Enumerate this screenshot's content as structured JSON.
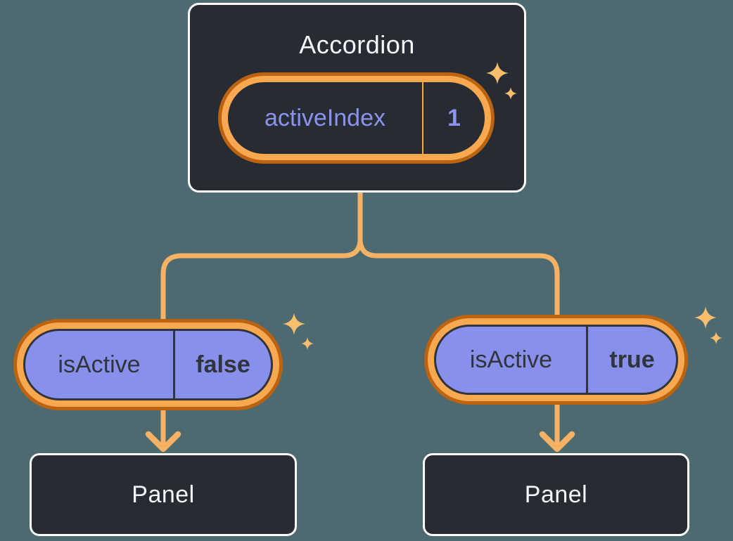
{
  "diagram": {
    "description": "Component tree: Accordion holds state and passes props to two Panel children",
    "root": {
      "title": "Accordion",
      "state": {
        "label": "activeIndex",
        "value": "1"
      }
    },
    "children": [
      {
        "prop": {
          "label": "isActive",
          "value": "false"
        },
        "node": {
          "title": "Panel"
        }
      },
      {
        "prop": {
          "label": "isActive",
          "value": "true"
        },
        "node": {
          "title": "Panel"
        }
      }
    ],
    "icons": {
      "sparkle": "sparkle-icon",
      "arrow": "arrow-down-icon"
    },
    "colors": {
      "background": "#4D6A70",
      "node_fill": "#262B34",
      "node_border": "#FFFFFF",
      "node_text": "#F6F7F9",
      "state_text": "#8C93EC",
      "prop_fill": "#8990EB",
      "prop_text": "#30343C",
      "ring_outer": "#BB6310",
      "ring_inner": "#F8A94F",
      "connector": "#F5B164",
      "sparkle": "#F8BE6B"
    }
  }
}
